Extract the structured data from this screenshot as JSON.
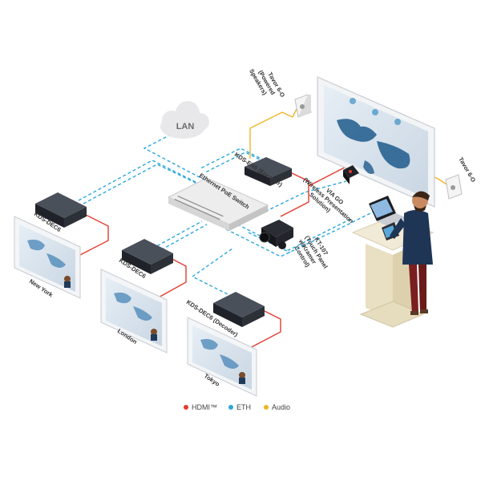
{
  "labels": {
    "lan": "LAN",
    "tavor_top_1": "Tavor 6-O",
    "tavor_top_2": "(Powered",
    "tavor_top_3": "Speakers)",
    "tavor_right": "Tavor 6-O",
    "encoder": "KDS-EN6 (Encoder)",
    "switch": "Ethernet PoE Switch",
    "via_1": "VIA GO",
    "via_2": "(Wireless Presentation",
    "via_3": "Solution)",
    "kt_1": "KT-107",
    "kt_2": "(Touch Panel",
    "kt_3": "w/Kramer",
    "kt_4": "Control)",
    "dec_ny": "KDS-DEC6",
    "dec_lon": "KDS-DEC6",
    "dec_tok": "KDS-DEC6 (Decoder)",
    "city_ny": "New York",
    "city_lon": "London",
    "city_tok": "Tokyo"
  },
  "legend": [
    {
      "label": "HDMI™",
      "color": "#e23b2e"
    },
    {
      "label": "ETH",
      "color": "#2aa7dc"
    },
    {
      "label": "Audio",
      "color": "#f0b429"
    }
  ],
  "colors": {
    "hdmi": "#e23b2e",
    "eth": "#2aa7dc",
    "audio": "#f0b429"
  },
  "icons": [
    "cloud-icon",
    "person-icon",
    "camera-icon",
    "speaker-icon"
  ]
}
